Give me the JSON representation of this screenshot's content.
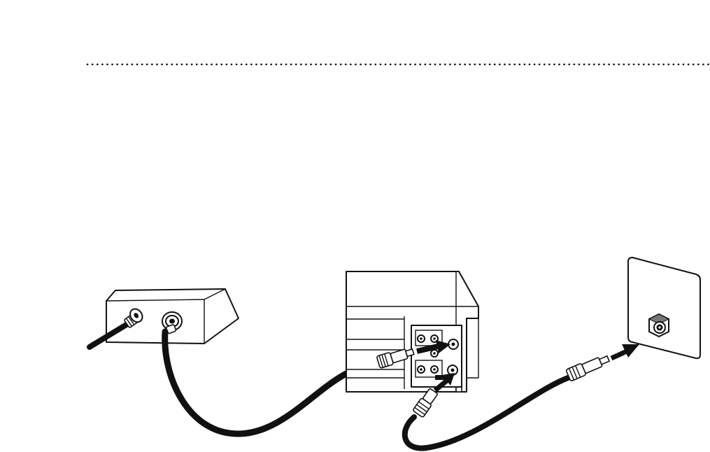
{
  "figure": {
    "objects": [
      "splitter-box",
      "vcr",
      "wall-antenna-outlet"
    ],
    "cables": [
      "splitter-to-vcr-cable",
      "vcr-to-wall-cable"
    ],
    "colors": {
      "line": "#111111",
      "background": "#ffffff"
    },
    "divider_style": "dotted"
  }
}
